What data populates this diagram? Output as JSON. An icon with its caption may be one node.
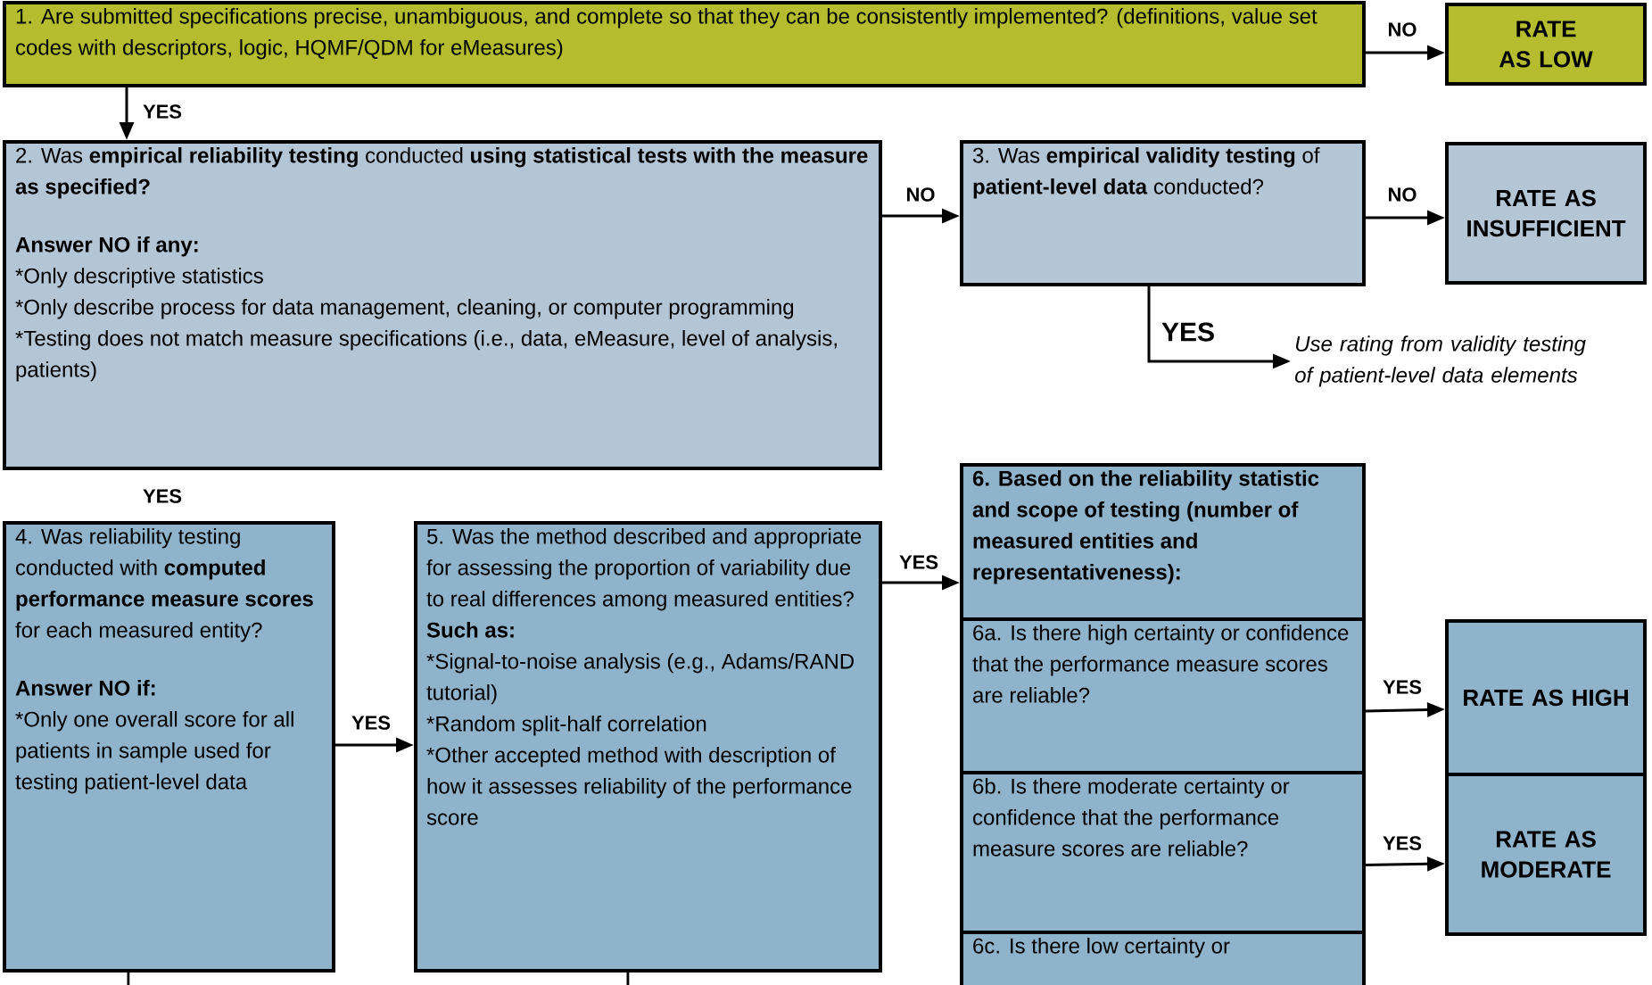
{
  "diagram": {
    "nodes": [
      {
        "text": [
          "1. Are submitted specifications precise, unambiguous, and complete so that they can be consistently implemented? (definitions, value set codes with descriptors, logic, HQMF/QDM for eMeasures)"
        ]
      },
      {
        "text": [
          "RATE AS LOW"
        ]
      },
      {
        "text": [
          "2. Was **empirical reliability testing** conducted **using statistical tests with the measure as specified?**",
          "Answer NO if any:",
          "*Only descriptive statistics",
          "*Only describe process for data management, cleaning, or computer programming",
          "*Testing does not match measure specifications (i.e., data, eMeasure, level of analysis, patients)"
        ]
      },
      {
        "text": [
          "3. Was **empirical validity testing** of **patient-level data** conducted?"
        ]
      },
      {
        "text": [
          "RATE AS INSUFFICIENT"
        ]
      },
      {
        "text": [
          "Use rating from validity testing of patient-level data elements"
        ]
      },
      {
        "text": [
          "4. Was reliability testing conducted with **computed performance measure scores** for each measured entity?",
          "Answer NO if:",
          "*Only one overall score for all patients in sample used for testing patient-level data"
        ]
      },
      {
        "text": [
          "5. Was the method described and appropriate for assessing the proportion of variability due to real differences among measured entities?",
          "Such as:",
          "*Signal-to-noise analysis (e.g., Adams/RAND tutorial)",
          "*Random split-half correlation",
          "*Other accepted method with description of how it assesses reliability of the performance score"
        ]
      },
      {
        "text": [
          "6. Based on the reliability statistic and scope of testing (number of measured entities and representativeness):"
        ]
      },
      {
        "text": [
          "6a. Is there high certainty or confidence that the performance measure scores are reliable?"
        ]
      },
      {
        "text": [
          "6b. Is there moderate certainty or confidence that the performance measure scores are reliable?"
        ]
      },
      {
        "text": [
          "6c. Is there low certainty or"
        ]
      },
      {
        "text": [
          "RATE AS HIGH"
        ]
      },
      {
        "text": [
          "RATE AS MODERATE"
        ]
      }
    ],
    "edges": [
      {
        "from": 0,
        "to": 1,
        "arrow": "to",
        "label": "NO"
      },
      {
        "from": 0,
        "to": 2,
        "arrow": "to",
        "label": "YES"
      },
      {
        "from": 2,
        "to": 3,
        "arrow": "to",
        "label": "NO"
      },
      {
        "from": 3,
        "to": 4,
        "arrow": "to",
        "label": "NO"
      },
      {
        "from": 3,
        "to": 5,
        "arrow": "to",
        "label": "YES"
      },
      {
        "from": 6,
        "to": 7,
        "arrow": "to",
        "label": "YES"
      },
      {
        "from": 7,
        "to": 8,
        "arrow": "to",
        "label": "YES"
      },
      {
        "from": 9,
        "to": 12,
        "arrow": "to",
        "label": "YES"
      },
      {
        "from": 10,
        "to": 13,
        "arrow": "to",
        "label": "YES"
      },
      {
        "from": 6,
        "to": null,
        "arrow": "none"
      },
      {
        "from": 7,
        "to": null,
        "arrow": "none"
      }
    ],
    "labels": [
      "YES"
    ]
  }
}
